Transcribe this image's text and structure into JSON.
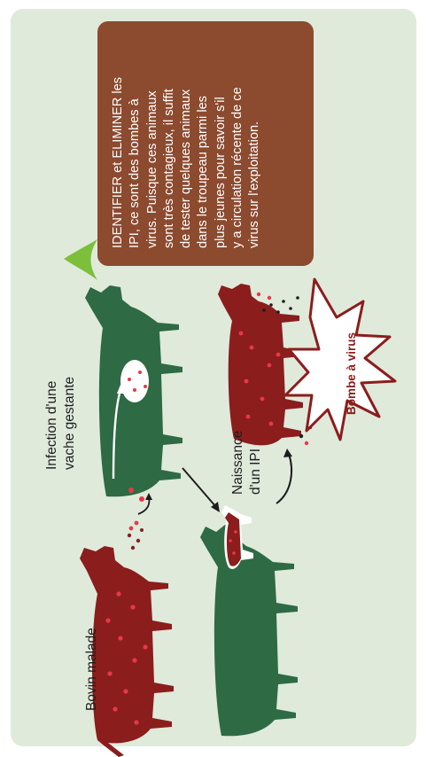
{
  "infobox": {
    "lines": [
      "IDENTIFIER et ELIMINER les",
      "IPI, ce sont des bombes à",
      "virus. Puisque ces animaux",
      "sont très contagieux, il suffit",
      "de tester quelques animaux",
      "dans le troupeau parmi les",
      "plus jeunes pour savoir s'il",
      "y a circulation récente de ce",
      "virus sur l'exploitation."
    ]
  },
  "labels": {
    "sick_bovine": "Bovin malade",
    "infection_line1": "Infection d'une",
    "infection_line2": "vache gestante",
    "birth_line1": "Naissance",
    "birth_line2": "d'un IPI",
    "virus_bomb": "Bombe à virus"
  },
  "colors": {
    "card_background": "#dfeadb",
    "infobox": "#8c4a2f",
    "sick_animal": "#8b1d1d",
    "healthy_animal": "#2e6a44",
    "virus_dots": "#e8384a",
    "speech_tail": "#7cbf3a",
    "burst_outline": "#8b1d1d"
  }
}
